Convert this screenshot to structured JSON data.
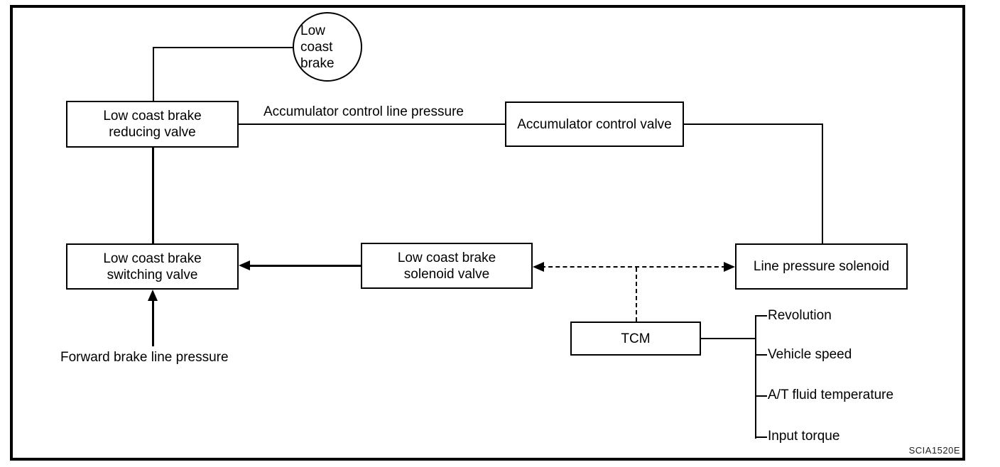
{
  "figure": {
    "watermark": "SCIA1520E"
  },
  "colors": {
    "line": "#000000",
    "background": "#ffffff",
    "text": "#000000"
  },
  "nodes": {
    "low_coast_brake": {
      "line1": "Low coast",
      "line2": "brake"
    },
    "reducing_valve": {
      "line1": "Low coast brake",
      "line2": "reducing valve"
    },
    "accumulator_control_valve": {
      "label": "Accumulator control valve"
    },
    "switching_valve": {
      "line1": "Low coast brake",
      "line2": "switching valve"
    },
    "solenoid_valve": {
      "line1": "Low coast brake",
      "line2": "solenoid valve"
    },
    "line_pressure_solenoid": {
      "label": "Line pressure solenoid"
    },
    "tcm": {
      "label": "TCM"
    }
  },
  "edge_labels": {
    "accumulator_control_line_pressure": "Accumulator control line pressure",
    "forward_brake_line_pressure": "Forward brake line pressure"
  },
  "tcm_inputs": [
    {
      "label": "Revolution"
    },
    {
      "label": "Vehicle speed"
    },
    {
      "label": "A/T fluid temperature"
    },
    {
      "label": "Input torque"
    }
  ]
}
